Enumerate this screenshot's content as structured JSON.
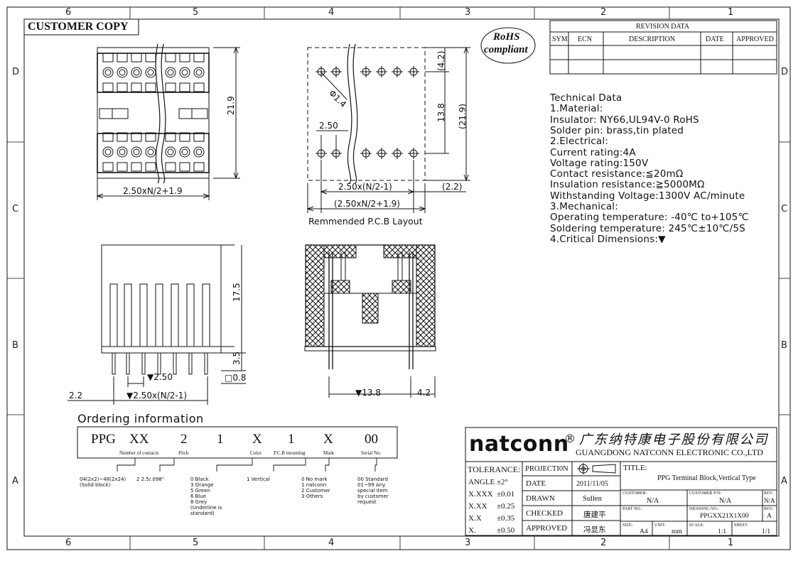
{
  "zones": {
    "columns": [
      "6",
      "5",
      "4",
      "3",
      "2",
      "1"
    ],
    "rows": [
      "D",
      "C",
      "B",
      "A"
    ]
  },
  "stamp": "CUSTOMER COPY",
  "rohs": {
    "line1": "RoHS",
    "line2": "compliant"
  },
  "revision": {
    "title": "REVISION DATA",
    "headers": [
      "SYM",
      "ECN",
      "DESCRIPTION",
      "DATE",
      "APPROVED"
    ]
  },
  "technical_data": [
    "Technical Data",
    "1.Material:",
    " Insulator: NY66,UL94V-0 RoHS",
    " Solder pin: brass,tin plated",
    "2.Electrical:",
    " Current rating:4A",
    " Voltage rating:150V",
    " Contact resistance:≦20mΩ",
    " Insulation resistance:≧5000MΩ",
    " Withstanding Voltage:1300V AC/minute",
    "3.Mechanical:",
    " Operating temperature: -40℃ to+105℃",
    " Soldering temperature: 245℃±10℃/5S",
    "4.Critical Dimensions:▼"
  ],
  "dims": {
    "top_height": "21.9",
    "top_width": "2.50xN/2+1.9",
    "pcb_42": "(4.2)",
    "pcb_hole": "Φ1.4",
    "pcb_250": "2.50",
    "pcb_138": "13.8",
    "pcb_219": "(21.9)",
    "pcb_row": "2.50x(N/2-1)",
    "pcb_22": "(2.2)",
    "pcb_total": "(2.50xN/2+1.9)",
    "pcb_caption": "Remmended P.C.B Layout",
    "side_175": "17.5",
    "side_35": "3.5",
    "side_08": "□0.8",
    "side_250": "▼2.50",
    "side_22": "2.2",
    "side_row": "▼2.50x(N/2-1)",
    "sec_138": "▼13.8",
    "sec_42": "4.2"
  },
  "ordering": {
    "title": "Ordering information",
    "codes": [
      "PPG",
      "XX",
      "2",
      "1",
      "X",
      "1",
      "X",
      "00"
    ],
    "labels": [
      "Number of contacts",
      "Pitch",
      "Color",
      "P.C.B mounting",
      "Mark",
      "Serial No."
    ],
    "boxes": [
      "04(2x2)~48(2x24) (Solid block)",
      "2 2.5/.098\"",
      "0 Black\n3 Orange\n5 Green\n6 Blue\n8 Grey\n(Underline is standard)",
      "1 Vertical",
      "0 No mark\n1 natconn\n2 Customer\n3 Others",
      "00 Standard\n01~99 Any special item by customer request"
    ]
  },
  "title_block": {
    "brand": "natconn",
    "reg": "®",
    "chinese_name": "广东纳特康电子股份有限公司",
    "english_name": "GUANGDONG NATCONN ELECTRONIC CO.,LTD",
    "tolerance_label": "TOLERANCE:",
    "tolerances": [
      [
        "ANGLE",
        "±2°"
      ],
      [
        "X.XXX",
        "±0.01"
      ],
      [
        "X.XX",
        "±0.25"
      ],
      [
        "X.X",
        "±0.35"
      ],
      [
        "X.",
        "±0.50"
      ]
    ],
    "projection_label": "PROJECTI0N",
    "date_label": "DATE",
    "date_value": "2011/11/05",
    "drawn_label": "DRAWN",
    "drawn_value": "Sullen",
    "checked_label": "CHECKED",
    "checked_value": "唐建平",
    "approved_label": "APPROVED",
    "approved_value": "冯显东",
    "title_label": "TITLE:",
    "title_value": "PPG Terminal Block,Vertical Type",
    "customer_label": "CUSTOMER:",
    "customer_value": "N/A",
    "customer_pn_label": "CUSTOMER P/N:",
    "customer_pn_value": "N/A",
    "rev_label": "REV:",
    "rev_value1": "N/A",
    "part_no_label": "PART NO.:",
    "drawing_no_label": "DRAWING NO.:",
    "drawing_no_value": "PPGXX21X1X00",
    "rev_value2": "A",
    "size_label": "SIZE:",
    "size_value": "A4",
    "unit_label": "UNIT:",
    "unit_value": "mm",
    "scale_label": "SCALE:",
    "scale_value": "1:1",
    "sheet_label": "SHEET:",
    "sheet_value": "1/1"
  }
}
